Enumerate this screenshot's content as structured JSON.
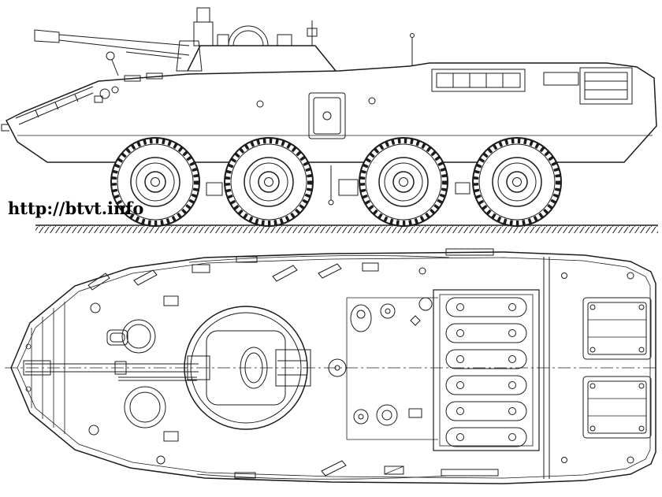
{
  "watermark": {
    "text": "http://btvt.info"
  },
  "blueprint": {
    "background_color": "#ffffff",
    "line_color": "#1c1c1c",
    "views": {
      "side_view": "side-elevation-view",
      "top_view": "top-plan-view"
    }
  }
}
